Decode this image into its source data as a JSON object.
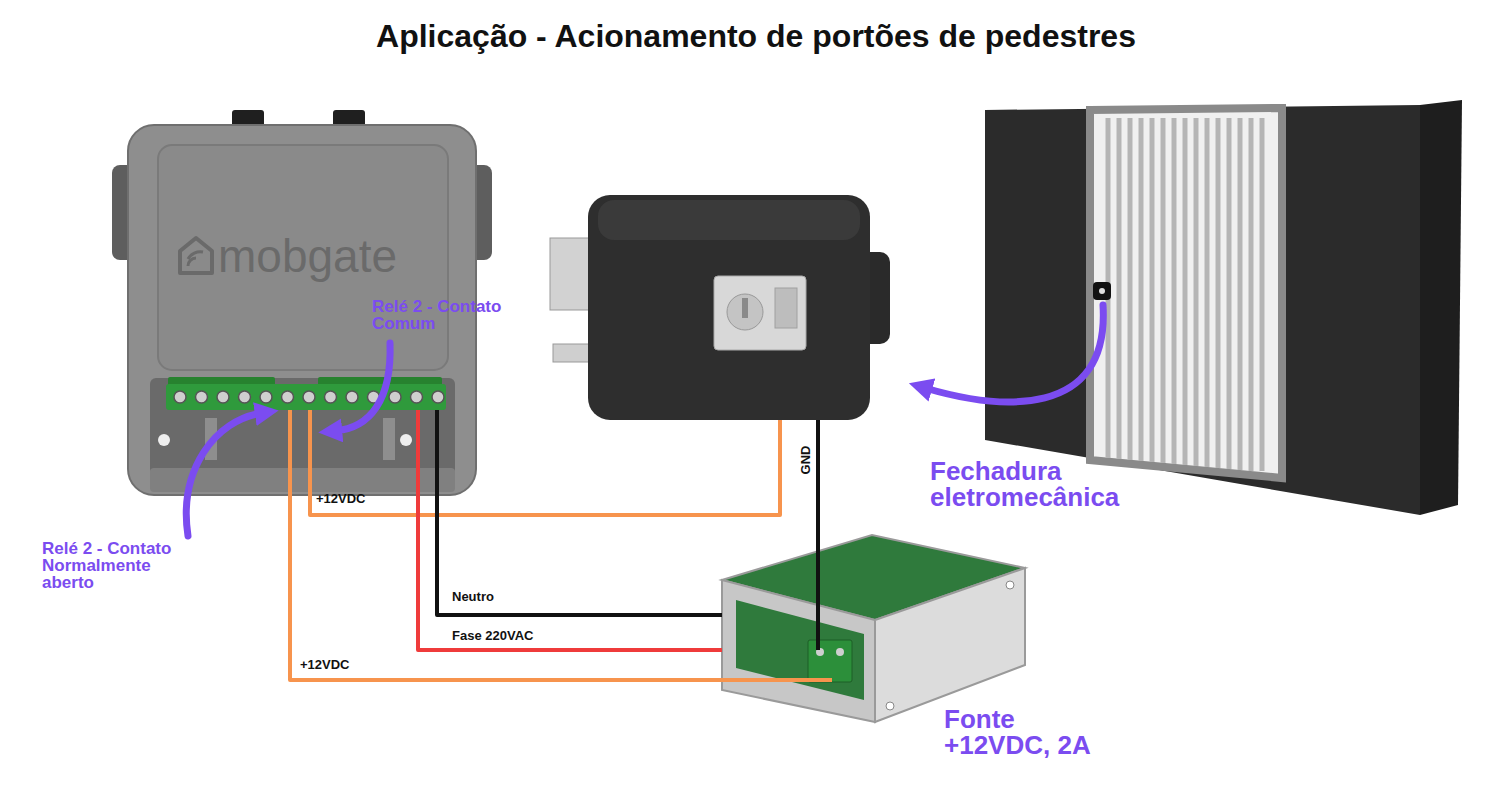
{
  "diagram": {
    "title": "Aplicação - Acionamento de portões de pedestres",
    "nodes": [
      {
        "text": [
          "mobgate"
        ]
      },
      {
        "text": [
          "Fechadura eletromecânica"
        ]
      },
      {
        "text": [
          "Fonte +12VDC, 2A"
        ]
      }
    ],
    "edges": [
      {
        "from": 0,
        "to": 1,
        "arrow": "none",
        "label": "+12VDC"
      },
      {
        "from": 1,
        "to": 2,
        "arrow": "none",
        "label": "GND"
      },
      {
        "from": 0,
        "to": 2,
        "arrow": "none",
        "label": "Neutro"
      },
      {
        "from": 0,
        "to": 2,
        "arrow": "none",
        "label": "Fase 220VAC"
      },
      {
        "from": 0,
        "to": 2,
        "arrow": "none",
        "label": "+12VDC"
      }
    ],
    "labels": [
      "Relé 2 - Contato Comum",
      "Relé 2 - Contato Normalmente aberto"
    ]
  }
}
